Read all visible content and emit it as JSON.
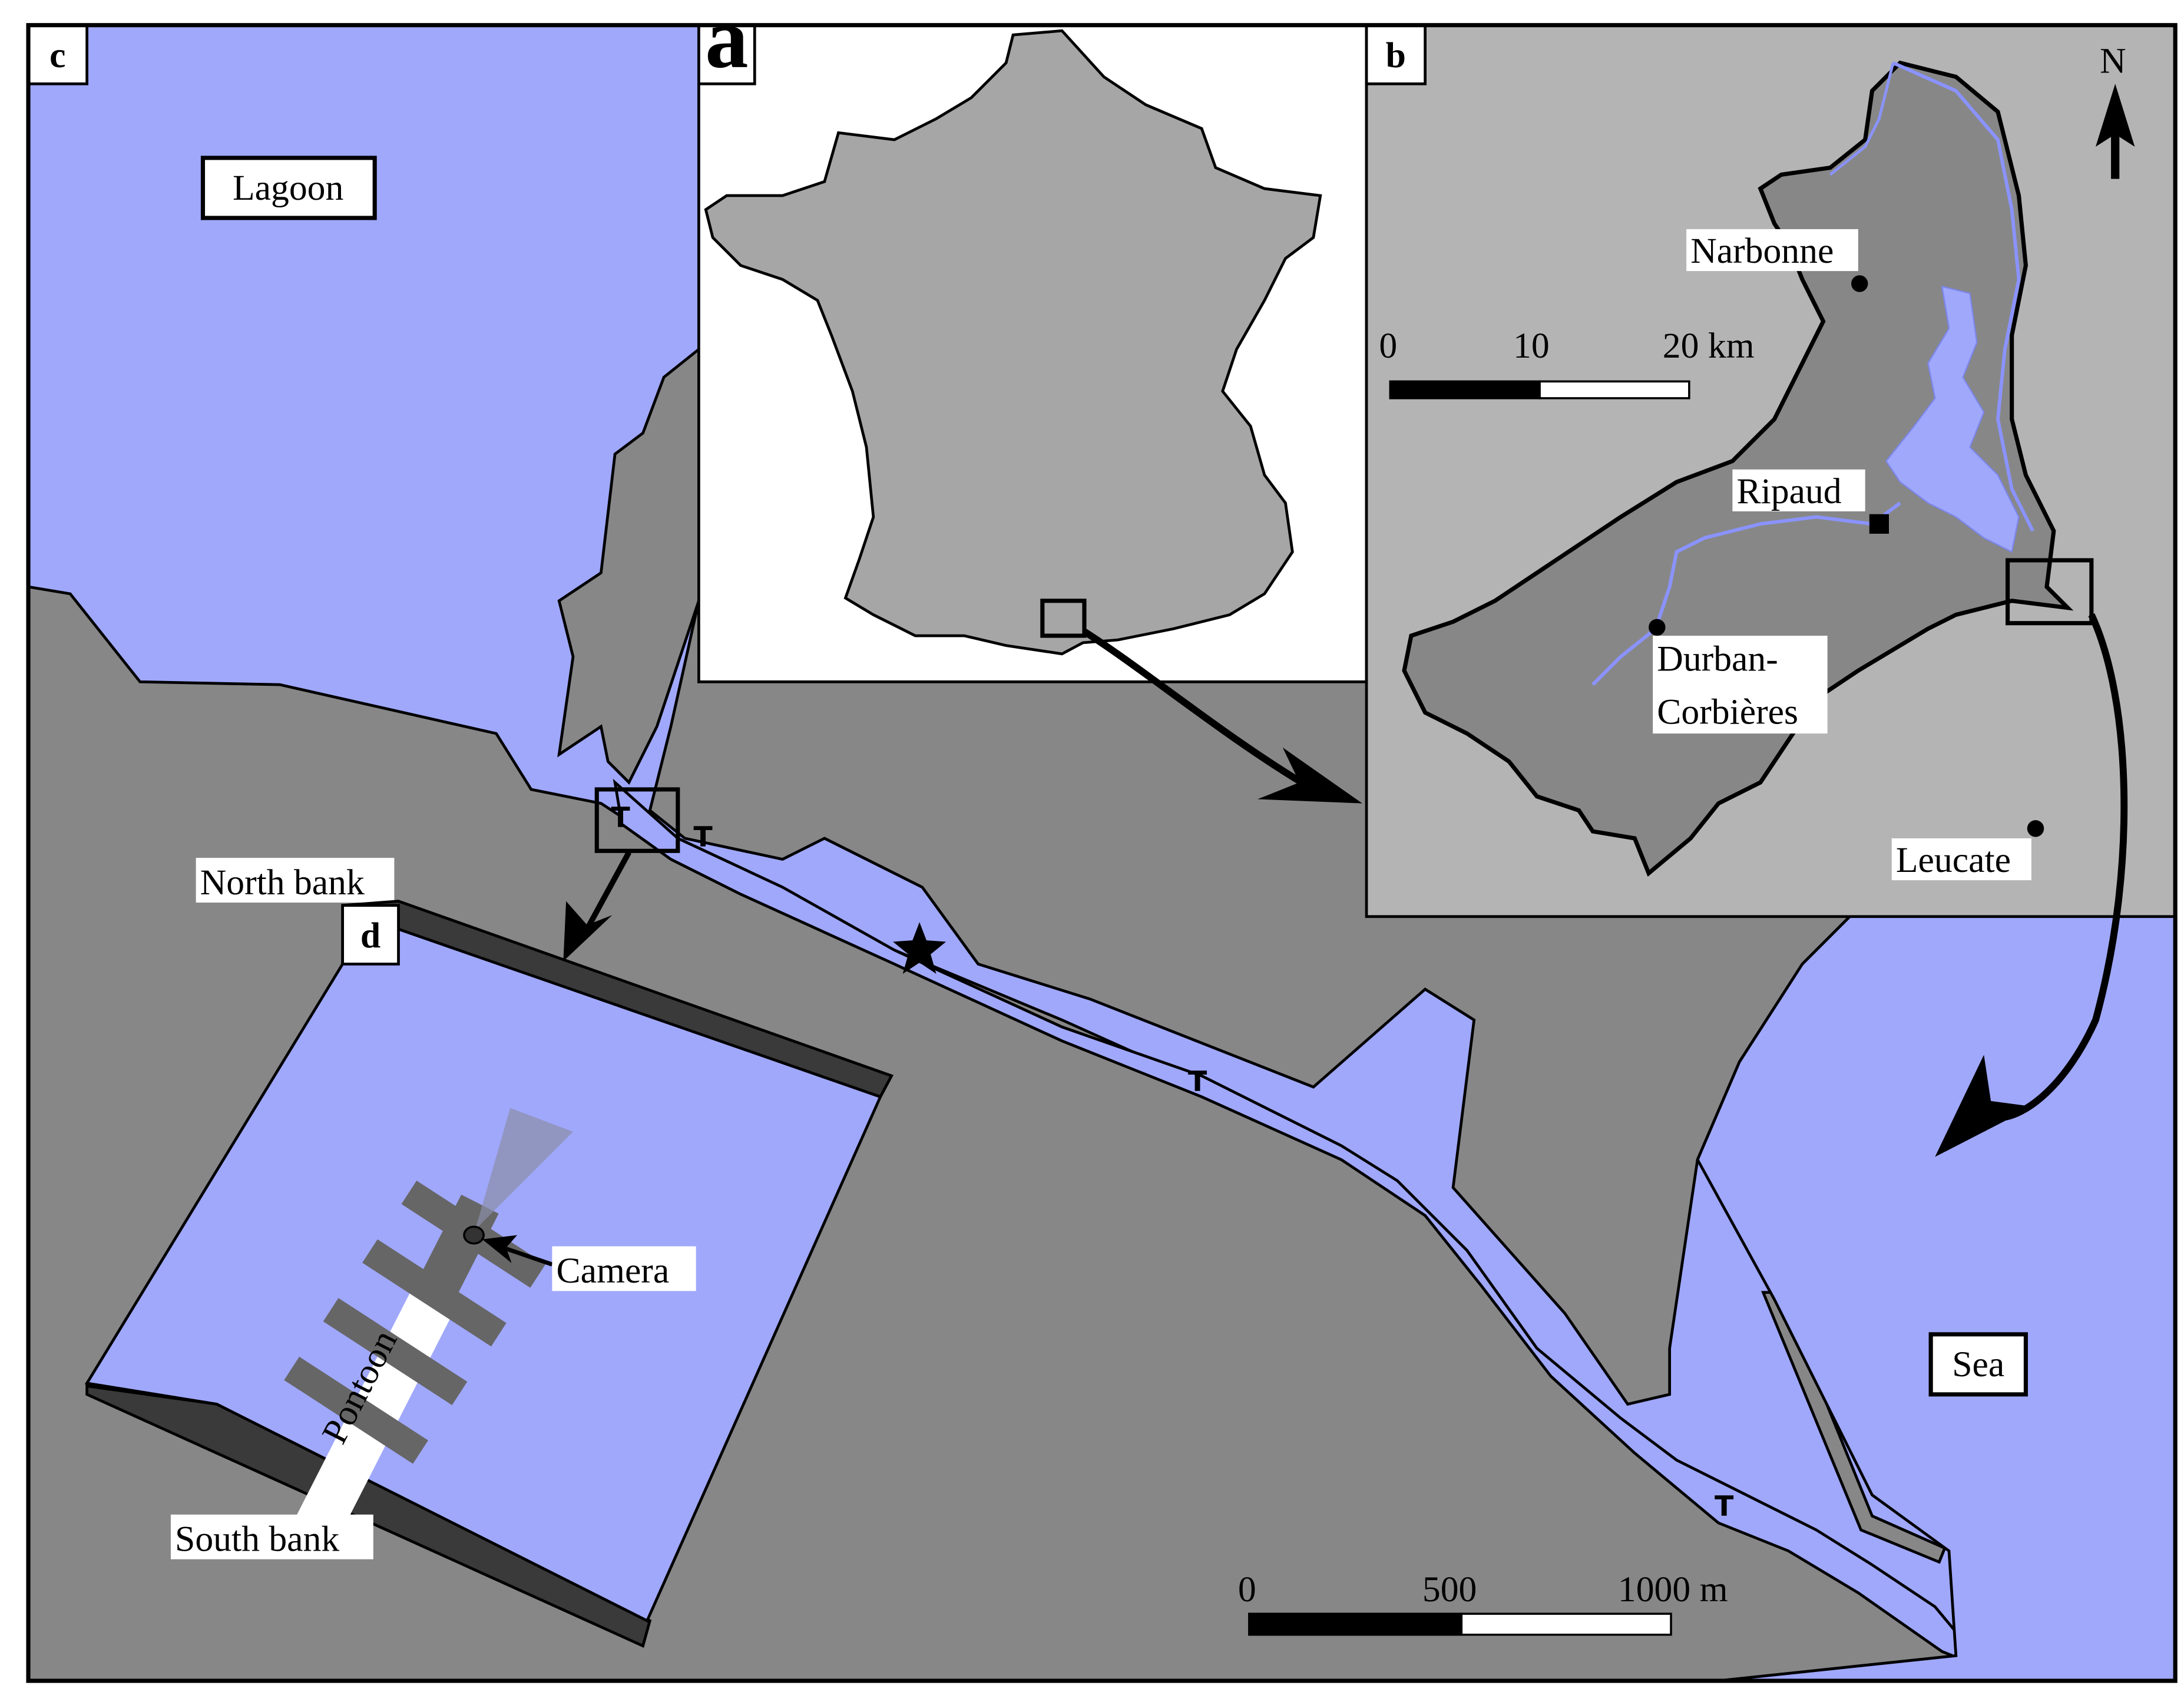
{
  "colors": {
    "water": "#a0a8fc",
    "land_dark": "#878787",
    "land_light": "#b4b4b4",
    "france": "#a6a6a6",
    "bank": "#3a3a3a",
    "pontoon": "#5f5f5f"
  },
  "panels": {
    "a": "a",
    "b": "b",
    "c": "c",
    "d": "d"
  },
  "panel_c": {
    "lagoon": "Lagoon",
    "sea": "Sea",
    "north_bank": "North bank",
    "south_bank": "South bank",
    "marker": "T",
    "scale": {
      "t0": "0",
      "t1": "500",
      "t2": "1000 m"
    }
  },
  "panel_b": {
    "north": "N",
    "narbonne": "Narbonne",
    "ripaud": "Ripaud",
    "durban_line1": "Durban-",
    "durban_line2": "Corbières",
    "leucate": "Leucate",
    "scale": {
      "t0": "0",
      "t1": "10",
      "t2": "20 km"
    }
  },
  "panel_d": {
    "camera": "Camera",
    "pontoon": "Pontoon"
  }
}
